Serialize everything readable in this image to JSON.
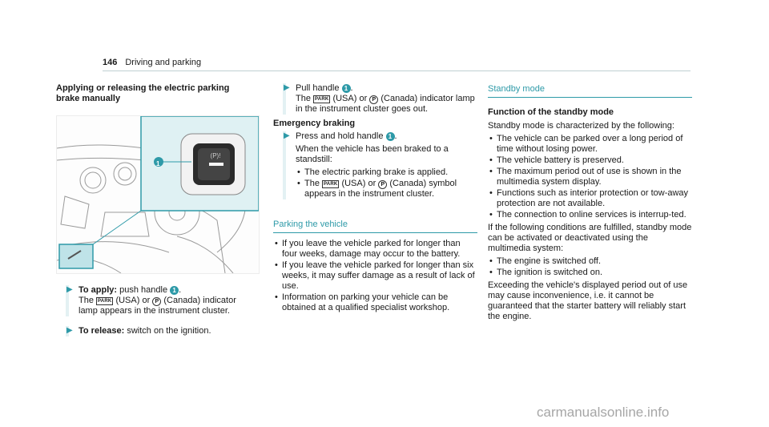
{
  "header": {
    "page_number": "146",
    "section": "Driving and parking"
  },
  "left": {
    "heading": "Applying or releasing the electric parking brake manually",
    "figure": {
      "callout": "1"
    },
    "step1": {
      "label": "To apply:",
      "pre": "push handle",
      "callout": "1",
      "park_pre": "The",
      "park_icon": "PARK",
      "park_mid": "(USA) or",
      "p_icon": "P",
      "park_post": "(Canada) indicator lamp appears in the instrument cluster."
    },
    "step2": {
      "label": "To release:",
      "text": "switch on the ignition."
    }
  },
  "middle": {
    "step1": {
      "pre": "Pull handle",
      "callout": "1",
      "line2_pre": "The",
      "park_icon": "PARK",
      "park_mid": "(USA) or",
      "p_icon": "P",
      "line2_post": "(Canada) indicator lamp in the instrument cluster goes out."
    },
    "emergency_heading": "Emergency braking",
    "step2": {
      "pre": "Press and hold handle",
      "callout": "1",
      "text": "When the vehicle has been braked to a standstill:",
      "bullets": [
        "The electric parking brake is applied."
      ],
      "bullet2_pre": "The",
      "bullet2_mid": "(USA) or",
      "bullet2_post": "(Canada) symbol appears in the instrument cluster.",
      "park_icon": "PARK",
      "p_icon": "P"
    },
    "parking_heading": "Parking the vehicle",
    "parking_bullets": [
      "If you leave the vehicle parked for longer than four weeks, damage may occur to the battery.",
      "If you leave the vehicle parked for longer than six weeks, it may suffer damage as a result of lack of use.",
      "Information on parking your vehicle can be obtained at a qualified specialist workshop."
    ]
  },
  "right": {
    "standby_heading": "Standby mode",
    "function_heading": "Function of the standby mode",
    "intro": "Standby mode is characterized by the following:",
    "bullets": [
      "The vehicle can be parked over a long period of time without losing power.",
      "The vehicle battery is preserved.",
      "The maximum period out of use is shown in the multimedia system display.",
      "Functions such as interior protection or tow-away protection are not available.",
      "The connection to online services is interrup-ted."
    ],
    "conditions": "If the following conditions are fulfilled, standby mode can be activated or deactivated using the multimedia system:",
    "condition_bullets": [
      "The engine is switched off.",
      "The ignition is switched on."
    ],
    "footer": "Exceeding the vehicle's displayed period out of use may cause inconvenience, i.e. it cannot be guaranteed that the starter battery will reliably start the engine."
  },
  "watermark": "carmanualsonline.info",
  "colors": {
    "accent": "#2e9aa8",
    "callout_panel": "#dff1f3"
  }
}
